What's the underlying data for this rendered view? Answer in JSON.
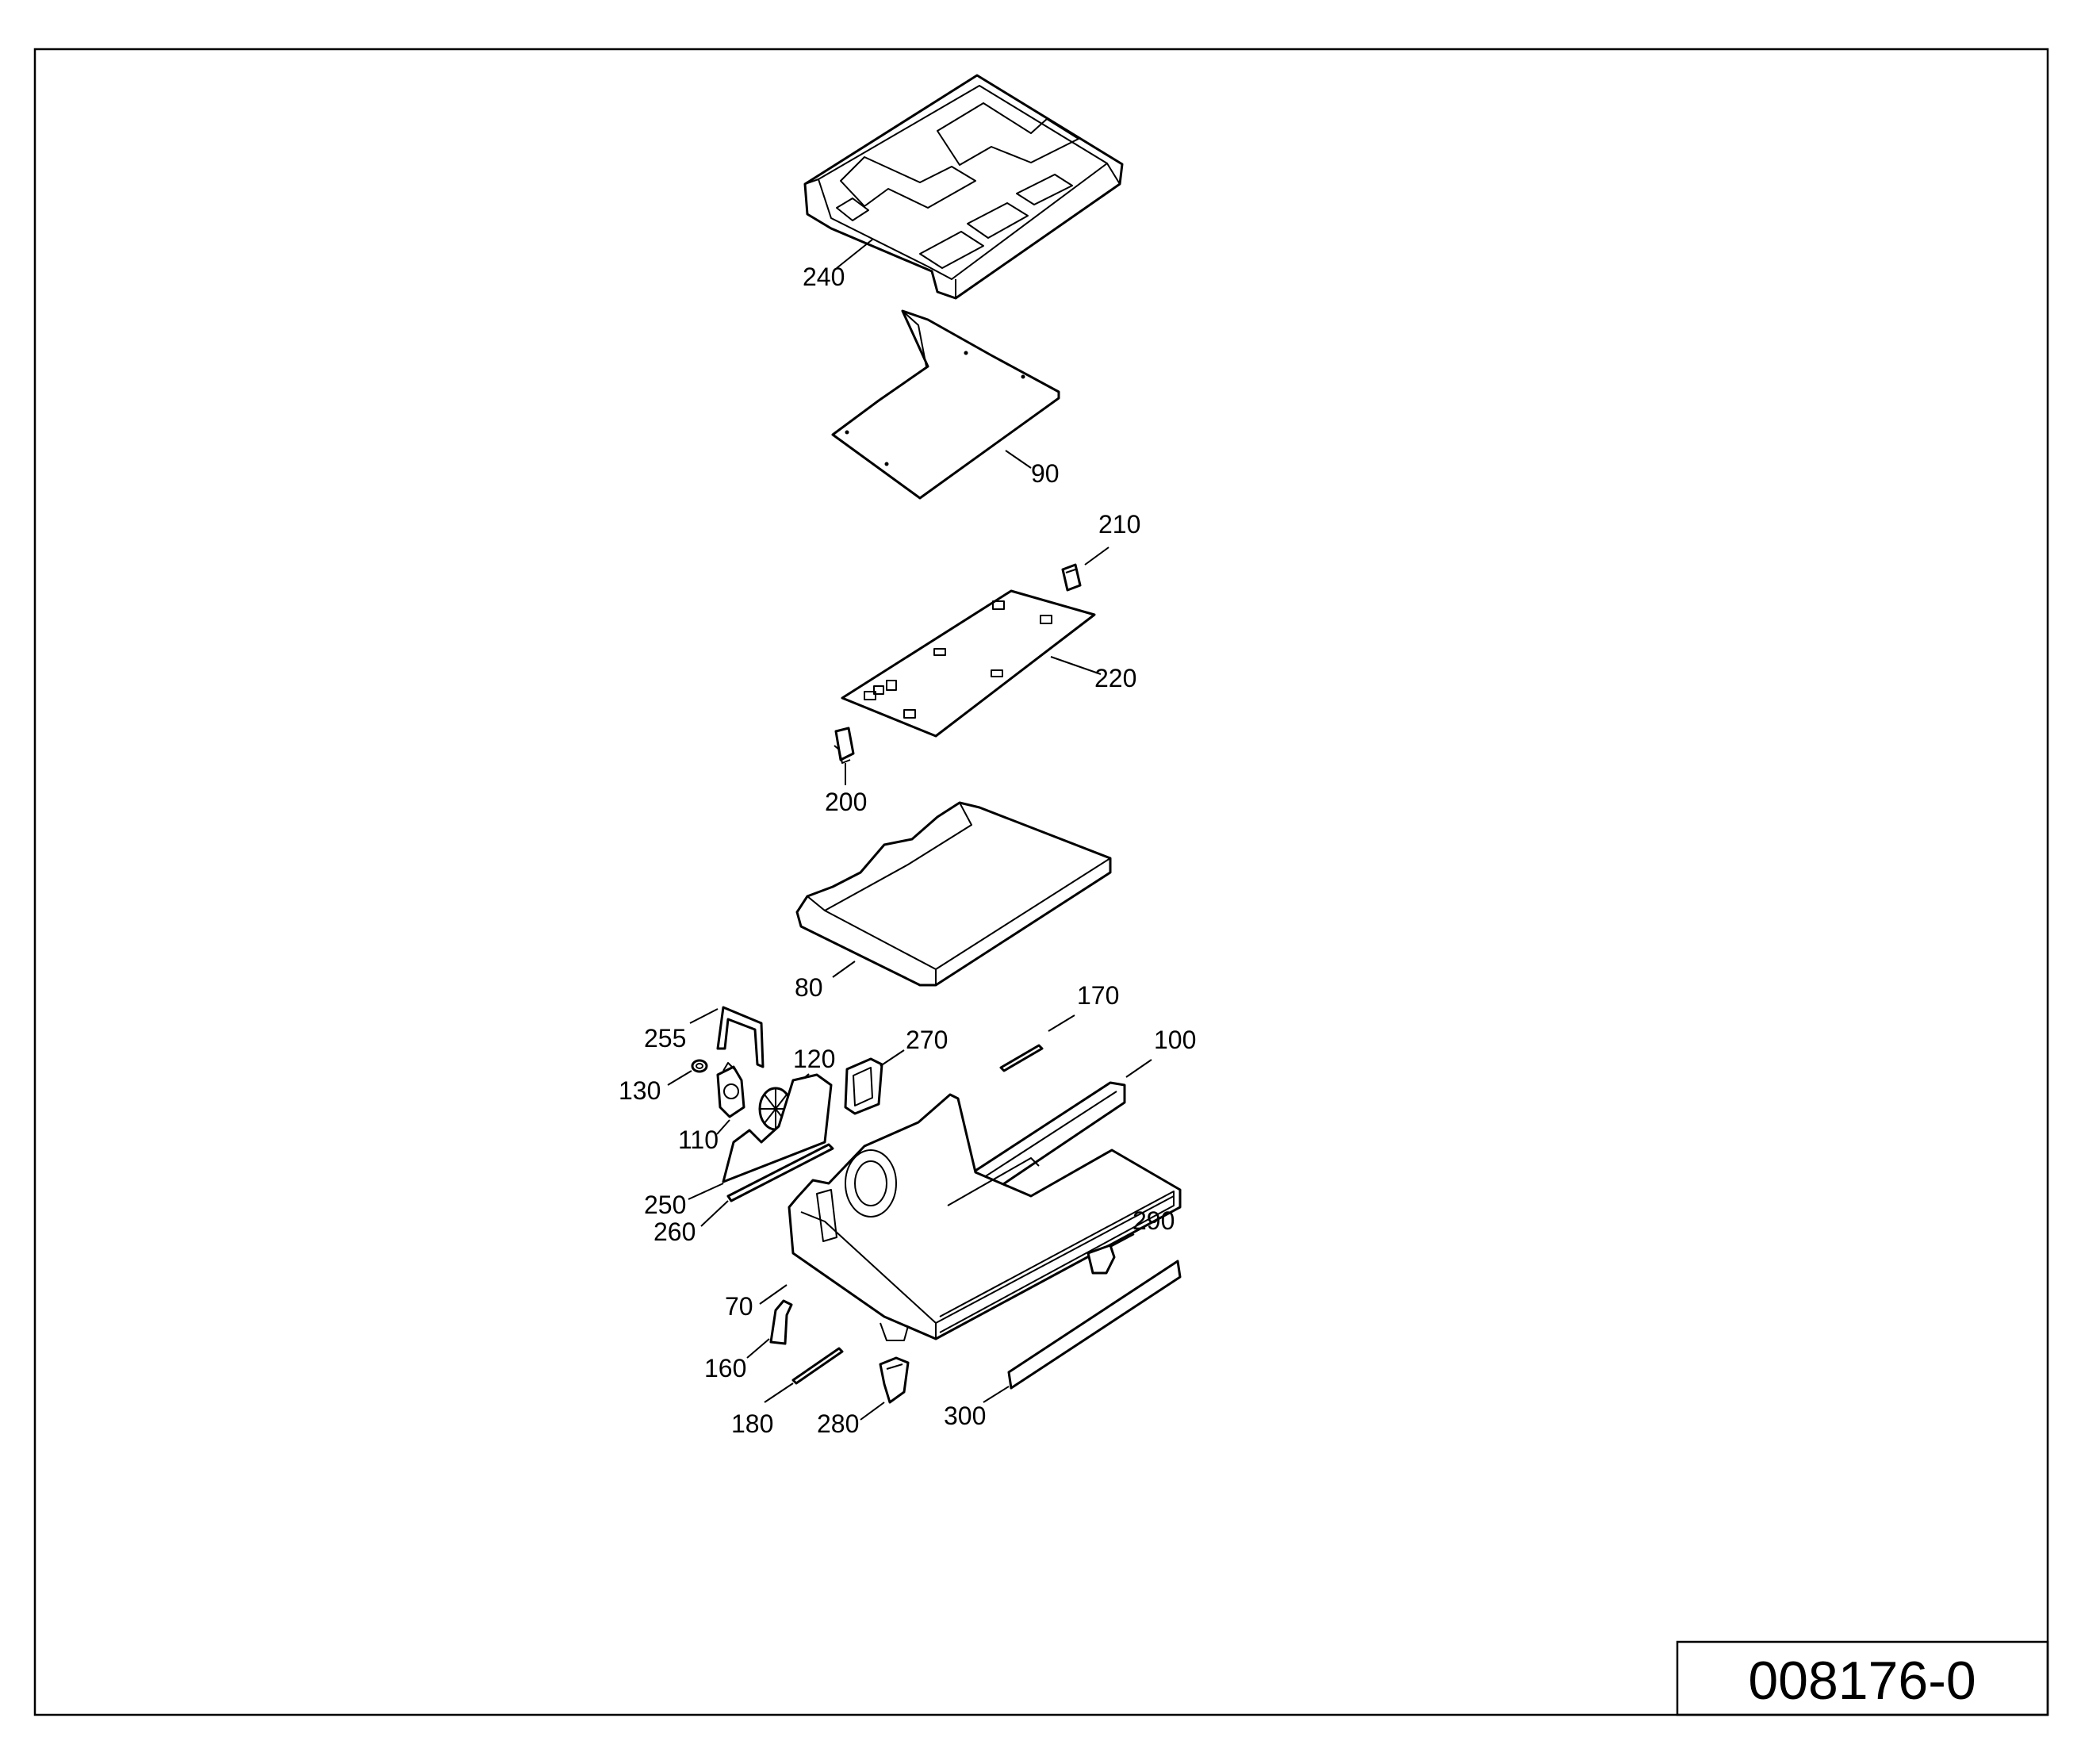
{
  "drawing": {
    "drawing_id": "008176-0",
    "callouts": [
      {
        "id": "240",
        "label": "240"
      },
      {
        "id": "90",
        "label": "90"
      },
      {
        "id": "210",
        "label": "210"
      },
      {
        "id": "220",
        "label": "220"
      },
      {
        "id": "200",
        "label": "200"
      },
      {
        "id": "80",
        "label": "80"
      },
      {
        "id": "170",
        "label": "170"
      },
      {
        "id": "255",
        "label": "255"
      },
      {
        "id": "120",
        "label": "120"
      },
      {
        "id": "270",
        "label": "270"
      },
      {
        "id": "100",
        "label": "100"
      },
      {
        "id": "130",
        "label": "130"
      },
      {
        "id": "110",
        "label": "110"
      },
      {
        "id": "250",
        "label": "250"
      },
      {
        "id": "260",
        "label": "260"
      },
      {
        "id": "290",
        "label": "290"
      },
      {
        "id": "70",
        "label": "70"
      },
      {
        "id": "160",
        "label": "160"
      },
      {
        "id": "180",
        "label": "180"
      },
      {
        "id": "280",
        "label": "280"
      },
      {
        "id": "300",
        "label": "300"
      }
    ]
  }
}
